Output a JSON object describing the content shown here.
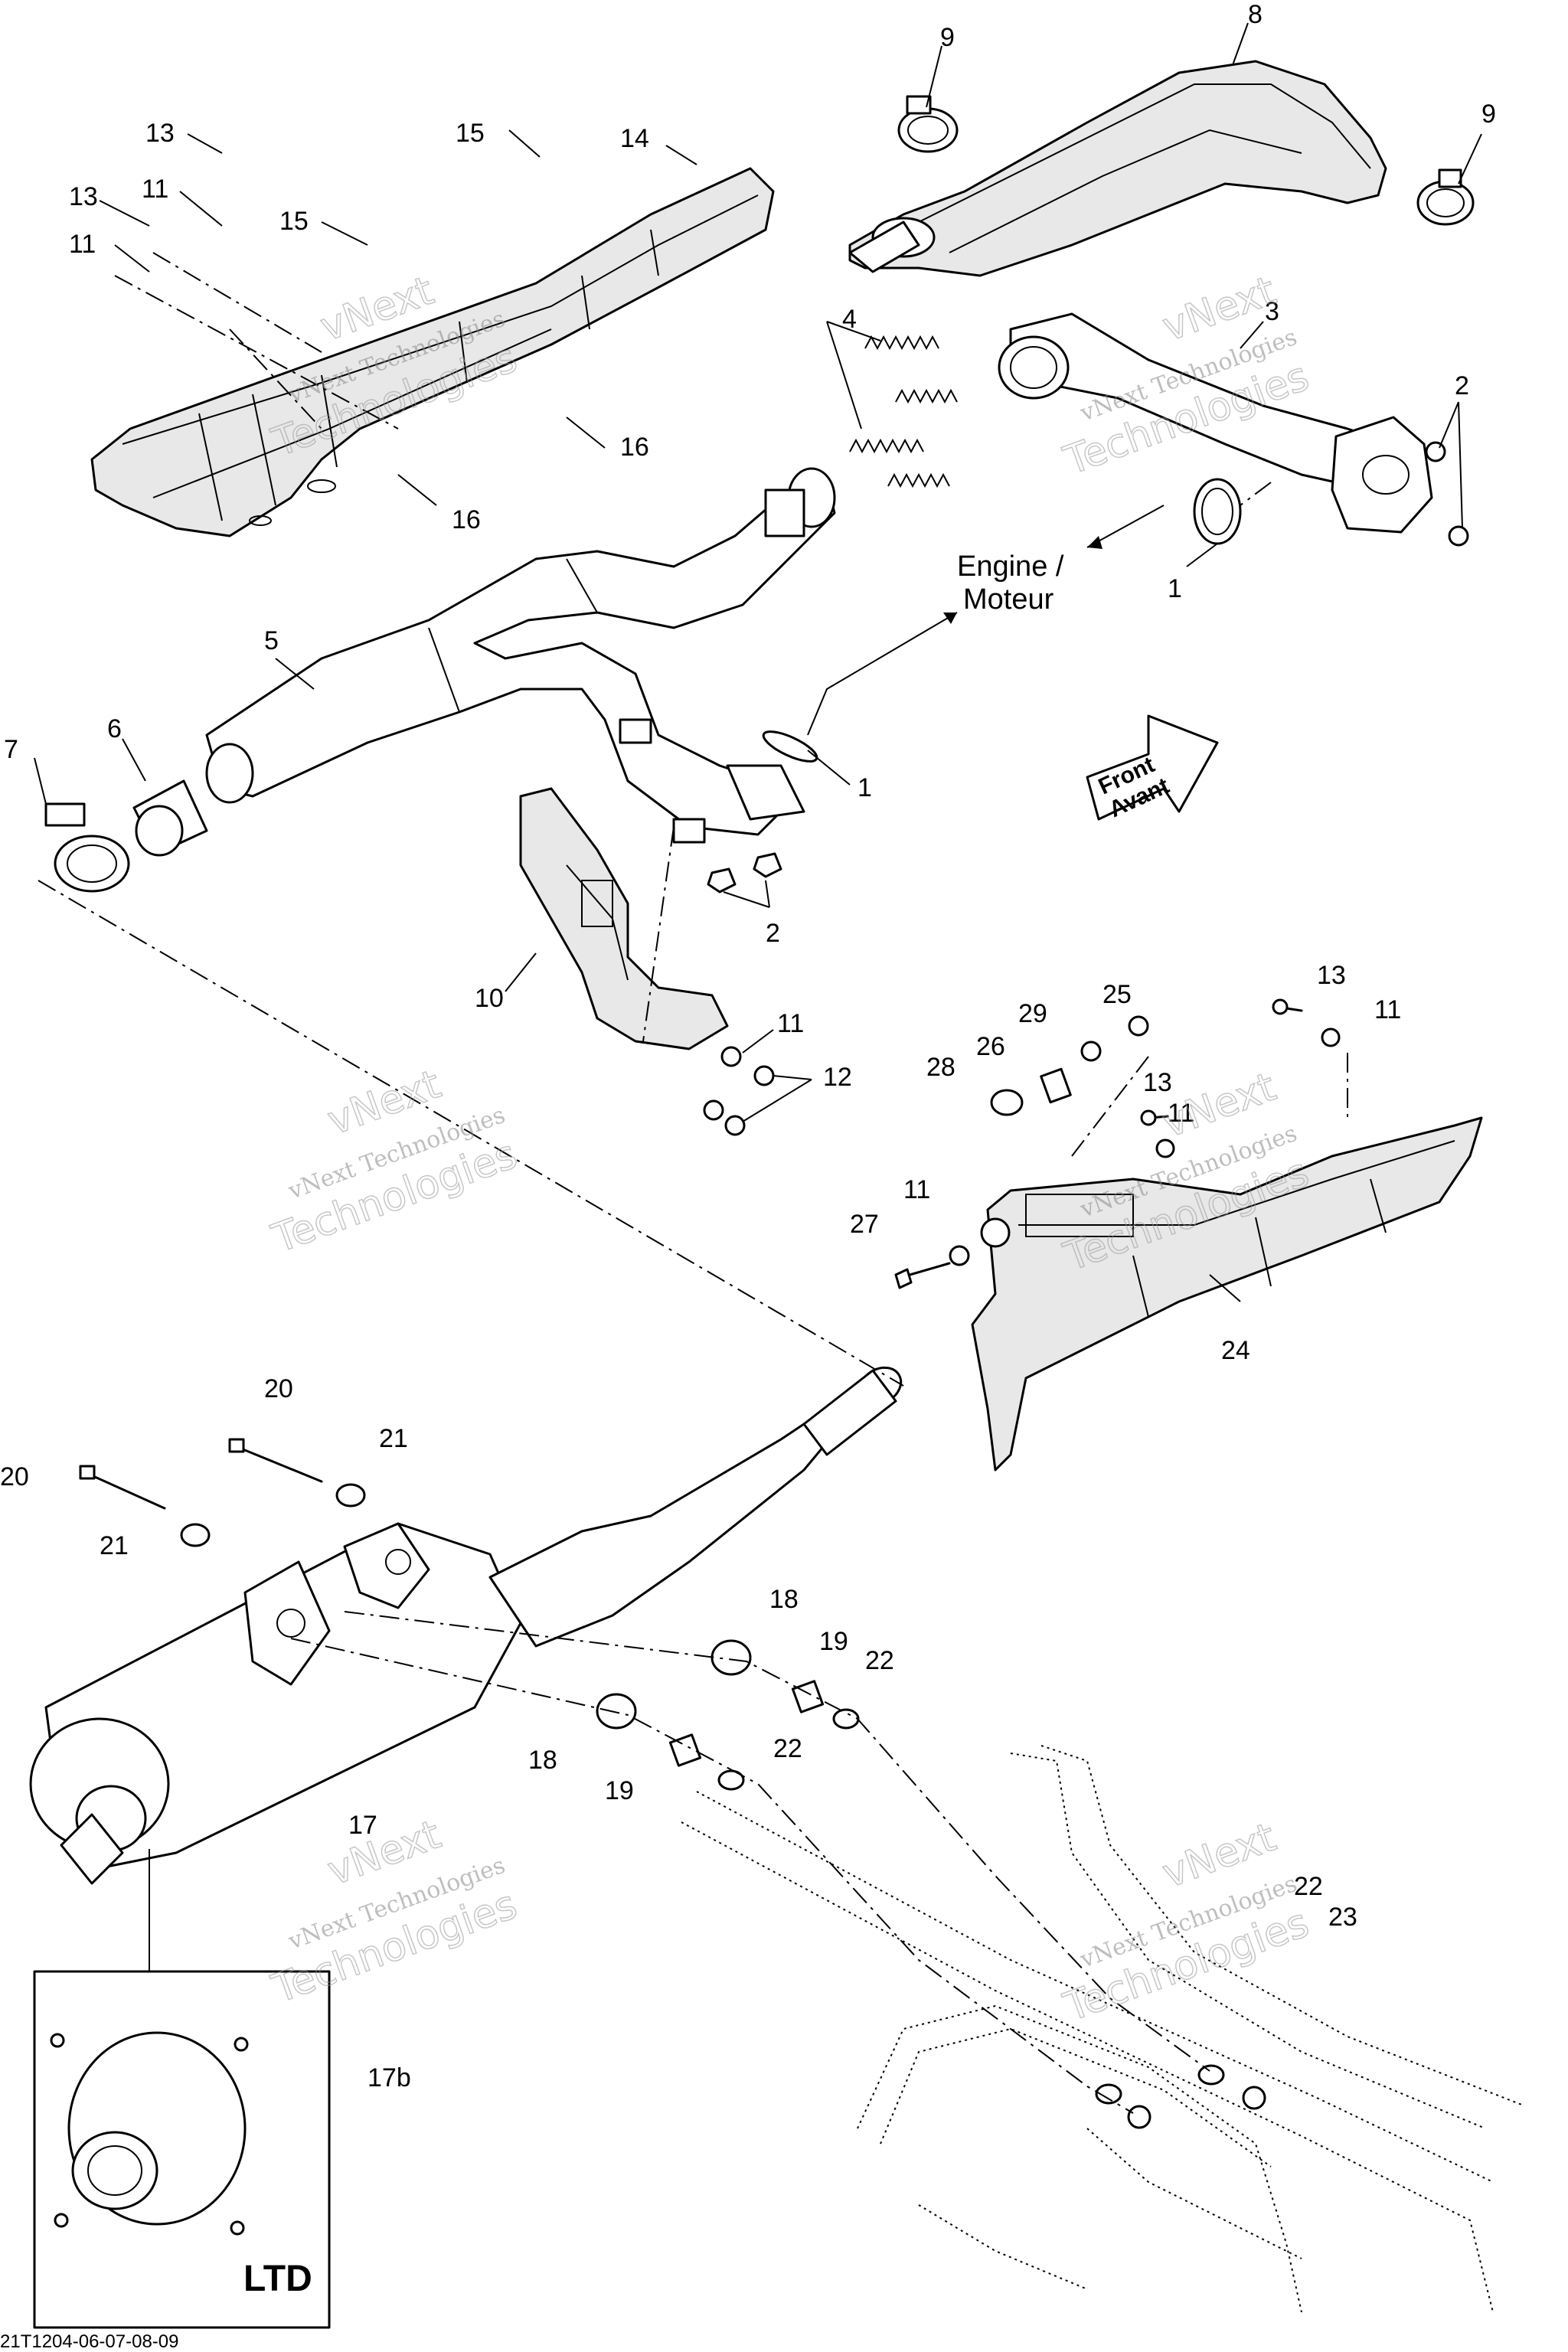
{
  "diagram": {
    "engine_label_line1": "Engine /",
    "engine_label_line2": "Moteur",
    "front_label_line1": "Front",
    "front_label_line2": "Avant",
    "ltd_label": "LTD",
    "footer_code": "21T1204-06-07-08-09",
    "watermark_line1": "vNext",
    "watermark_line2": "vNext Technologies",
    "watermark_line3": "Technologies",
    "callouts": {
      "c1a": "1",
      "c1b": "1",
      "c2a": "2",
      "c2b": "2",
      "c3": "3",
      "c4": "4",
      "c5": "5",
      "c6": "6",
      "c7": "7",
      "c8": "8",
      "c9a": "9",
      "c9b": "9",
      "c10": "10",
      "c11a": "11",
      "c11b": "11",
      "c11c": "11",
      "c11d": "11",
      "c11e": "11",
      "c11f": "11",
      "c12": "12",
      "c13a": "13",
      "c13b": "13",
      "c13c": "13",
      "c13d": "13",
      "c14": "14",
      "c15a": "15",
      "c15b": "15",
      "c16a": "16",
      "c16b": "16",
      "c17": "17",
      "c17b": "17b",
      "c18a": "18",
      "c18b": "18",
      "c19a": "19",
      "c19b": "19",
      "c20a": "20",
      "c20b": "20",
      "c21a": "21",
      "c21b": "21",
      "c22a": "22",
      "c22b": "22",
      "c22c": "22",
      "c23": "23",
      "c24": "24",
      "c25": "25",
      "c26": "26",
      "c27": "27",
      "c28": "28",
      "c29": "29"
    }
  }
}
